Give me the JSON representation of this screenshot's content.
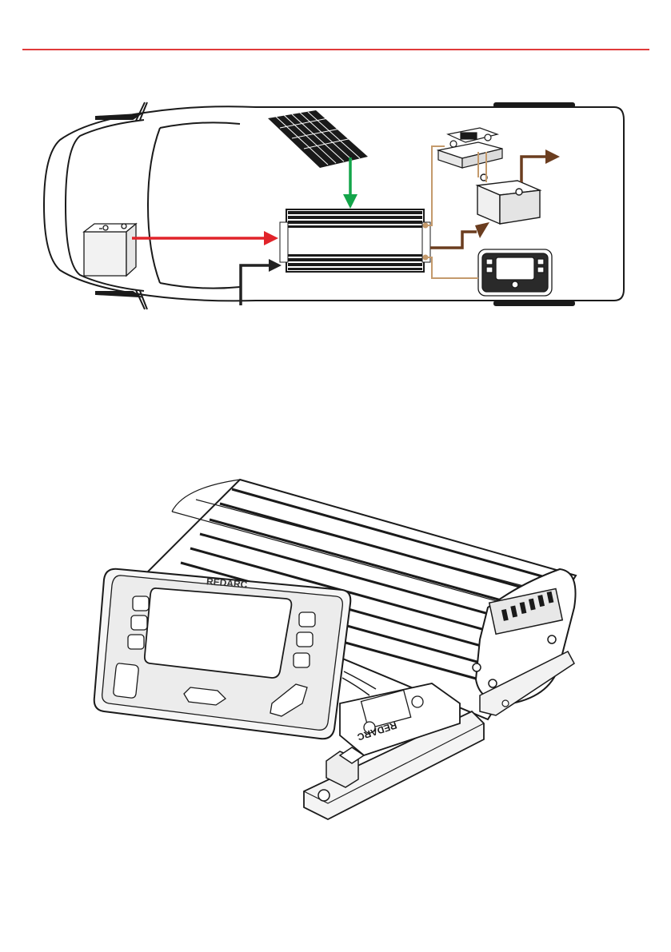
{
  "colors": {
    "header_rule": "#e03a3a",
    "alternator_arrow": "#e1232a",
    "solar_arrow": "#13a54a",
    "input_arrow": "#222222",
    "output_arrow": "#6b3d1f",
    "sense_wire": "#c49a6c"
  },
  "system_diagram": {
    "vehicle": "van-top-view",
    "components": [
      "start-battery",
      "solar-panel",
      "dc-dc-charger",
      "battery-monitor-shunt",
      "auxiliary-battery",
      "display-module"
    ]
  },
  "product_illustration": {
    "brand_label": "REDARC",
    "shunt_brand_label": "REDARC",
    "components": [
      "display-module",
      "dc-dc-charger",
      "battery-monitor-shunt"
    ]
  }
}
